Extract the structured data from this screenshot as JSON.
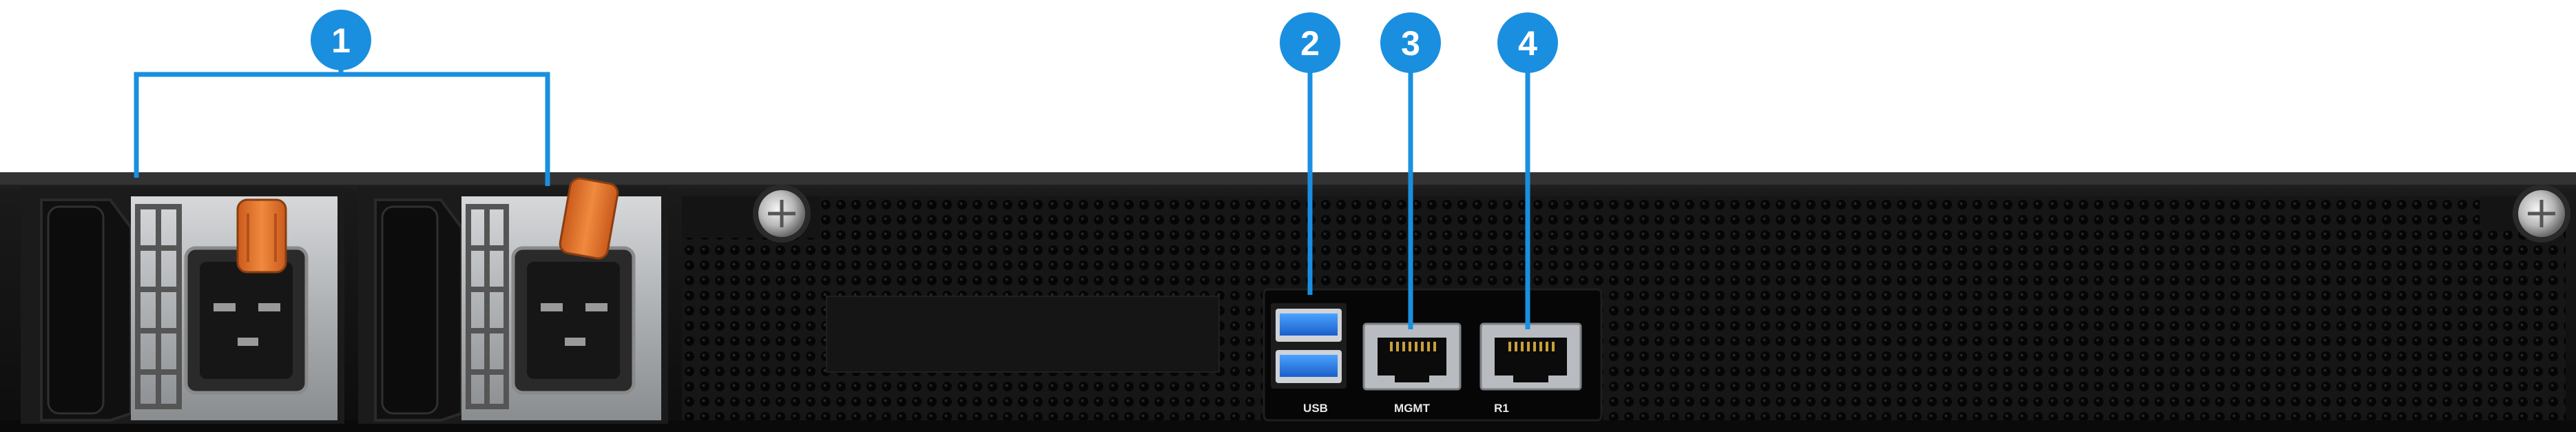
{
  "callouts": [
    {
      "number": "1",
      "meaning": "power supply units"
    },
    {
      "number": "2",
      "meaning": "usb port"
    },
    {
      "number": "3",
      "meaning": "management port"
    },
    {
      "number": "4",
      "meaning": "r1 port"
    }
  ],
  "port_labels": {
    "usb": "USB",
    "mgmt": "MGMT",
    "r1": "R1"
  },
  "colors": {
    "callout_blue": "#1a8fe0",
    "chassis": "#141414",
    "latch_orange": "#e36f2a",
    "psu_metal": "#b9bcbf"
  }
}
